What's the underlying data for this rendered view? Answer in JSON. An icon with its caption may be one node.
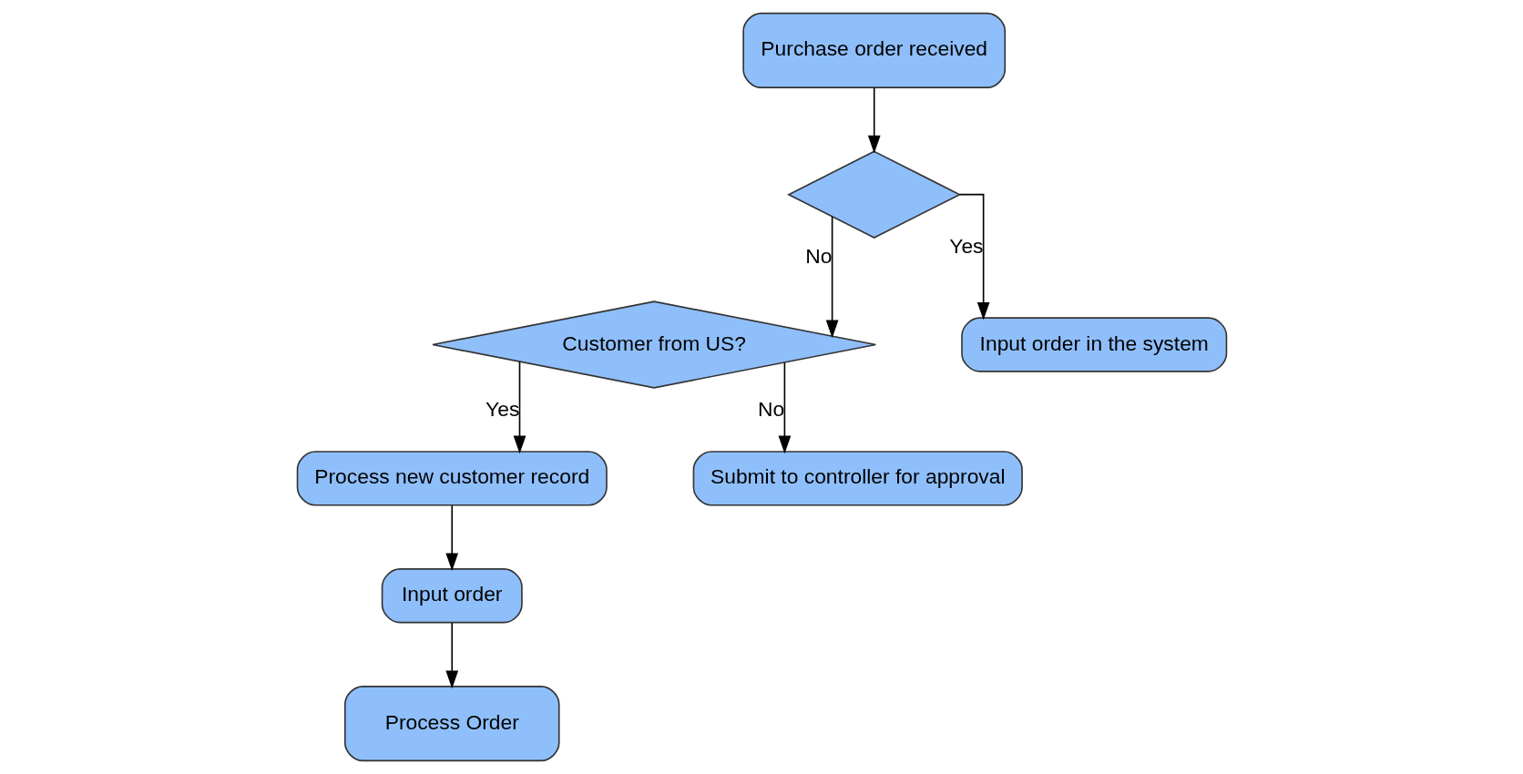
{
  "diagram": {
    "nodes": [
      {
        "text": [
          "Purchase order received"
        ]
      },
      {
        "text": [],
        "shape": "diamond"
      },
      {
        "text": [
          "Customer from US?"
        ]
      },
      {
        "text": [
          "Process new customer record"
        ]
      },
      {
        "text": [
          "Input order in the system"
        ]
      },
      {
        "text": [
          "Submit to controller for approval"
        ]
      },
      {
        "text": [
          "Input order"
        ]
      },
      {
        "text": [
          "Process Order"
        ]
      }
    ],
    "edges": [
      {
        "from": 0,
        "to": 1,
        "arrow": "to"
      },
      {
        "from": 1,
        "to": 4,
        "arrow": "to",
        "label": "Yes"
      },
      {
        "from": 1,
        "to": 2,
        "arrow": "to",
        "label": "No"
      },
      {
        "from": 2,
        "to": 5,
        "arrow": "to",
        "label": "No"
      },
      {
        "from": 2,
        "to": 3,
        "arrow": "to",
        "label": "Yes"
      },
      {
        "from": 3,
        "to": 6,
        "arrow": "to"
      },
      {
        "from": 6,
        "to": 7,
        "arrow": "to"
      }
    ]
  }
}
